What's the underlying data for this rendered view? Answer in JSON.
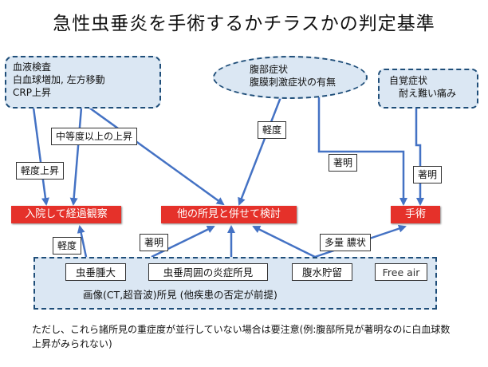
{
  "title": "急性虫垂炎を手術するかチラスかの判定基準",
  "blood_test": {
    "heading": "血液検査",
    "line1": "白血球増加, 左方移動",
    "line2": "CRP上昇"
  },
  "abdominal": {
    "heading": "腹部症状",
    "line1": "腹膜刺激症状の有無"
  },
  "subjective": {
    "heading": "自覚症状",
    "line1": "耐え難い痛み"
  },
  "arrow_labels": {
    "moderate_or_more": "中等度以上の上昇",
    "mild_rise": "軽度上昇",
    "mild_abdominal": "軽度",
    "marked_abdominal": "著明",
    "marked_subjective": "著明",
    "mild_imaging": "軽度",
    "marked_imaging": "著明",
    "large_pus": "多量 膿状"
  },
  "outcomes": {
    "observe": "入院して経過観察",
    "combine": "他の所見と併せて検討",
    "surgery": "手術"
  },
  "imaging": {
    "findings": [
      "虫垂腫大",
      "虫垂周囲の炎症所見",
      "腹水貯留",
      "Free air"
    ],
    "caption": "画像(CT,超音波)所見 (他疾患の否定が前提)"
  },
  "note": "ただし、これら諸所見の重症度が並行していない場合は要注意(例:腹部所見が著明なのに白血球数上昇がみられない)",
  "colors": {
    "box_fill": "#dbe7f3",
    "border": "#1f4e79",
    "arrow": "#4472c4",
    "outcome": "#e5312a"
  }
}
